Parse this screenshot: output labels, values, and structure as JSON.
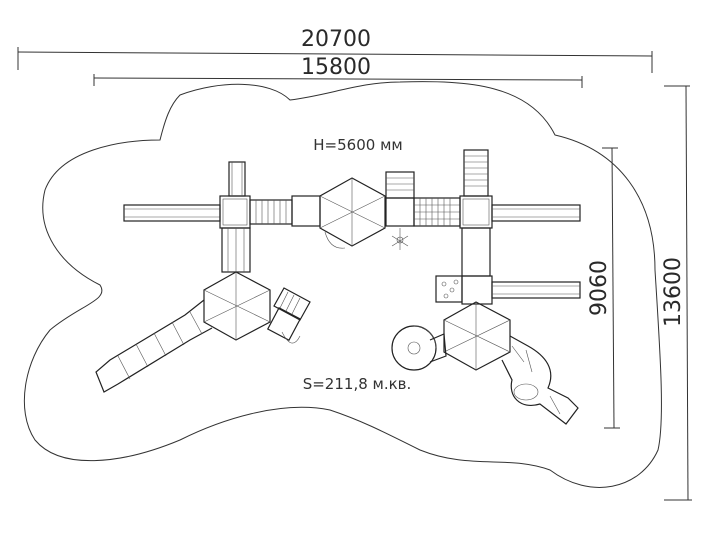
{
  "dimensions": {
    "overall_width": "20700",
    "equipment_width": "15800",
    "equipment_depth": "9060",
    "overall_depth": "13600"
  },
  "labels": {
    "height": "H=5600 мм",
    "area": "S=211,8 м.кв."
  }
}
